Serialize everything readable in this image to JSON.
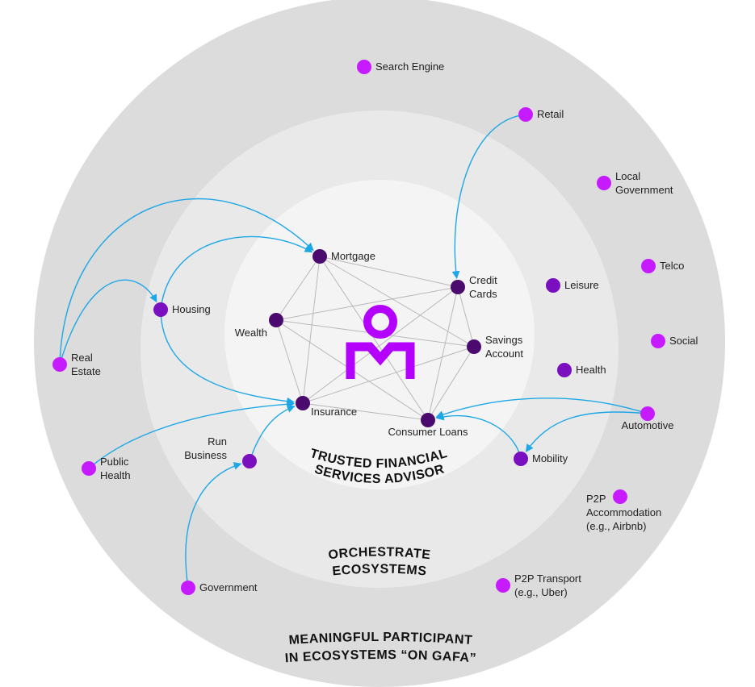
{
  "rings": [
    {
      "name": "outer",
      "label_lines": [
        "MEANINGFUL PARTICIPANT",
        "IN ECOSYSTEMS “ON GAFA”"
      ],
      "color": "#dcdcdc"
    },
    {
      "name": "middle",
      "label_lines": [
        "ORCHESTRATE",
        "ECOSYSTEMS"
      ],
      "color": "#e8e8e8"
    },
    {
      "name": "inner",
      "label_lines": [
        "TRUSTED FINANCIAL",
        "SERVICES ADVISOR"
      ],
      "color": "#f4f4f4"
    }
  ],
  "colors": {
    "core_node": "#4a0a6e",
    "mid_node": "#7a0fbf",
    "outer_node": "#c61bff",
    "arrow": "#1ea7e6",
    "mesh_line": "#b9b9b9",
    "logo": "#b400ff"
  },
  "nodes": [
    {
      "id": "mortgage",
      "lines": [
        "Mortgage"
      ],
      "tier": "core"
    },
    {
      "id": "credit-cards",
      "lines": [
        "Credit",
        "Cards"
      ],
      "tier": "core"
    },
    {
      "id": "wealth",
      "lines": [
        "Wealth"
      ],
      "tier": "core"
    },
    {
      "id": "savings-account",
      "lines": [
        "Savings",
        "Account"
      ],
      "tier": "core"
    },
    {
      "id": "insurance",
      "lines": [
        "Insurance"
      ],
      "tier": "core"
    },
    {
      "id": "consumer-loans",
      "lines": [
        "Consumer Loans"
      ],
      "tier": "core"
    },
    {
      "id": "housing",
      "lines": [
        "Housing"
      ],
      "tier": "mid"
    },
    {
      "id": "run-business",
      "lines": [
        "Run",
        "Business"
      ],
      "tier": "mid"
    },
    {
      "id": "leisure",
      "lines": [
        "Leisure"
      ],
      "tier": "mid"
    },
    {
      "id": "health",
      "lines": [
        "Health"
      ],
      "tier": "mid"
    },
    {
      "id": "mobility",
      "lines": [
        "Mobility"
      ],
      "tier": "mid"
    },
    {
      "id": "search-engine",
      "lines": [
        "Search Engine"
      ],
      "tier": "outer"
    },
    {
      "id": "retail",
      "lines": [
        "Retail"
      ],
      "tier": "outer"
    },
    {
      "id": "local-government",
      "lines": [
        "Local",
        "Government"
      ],
      "tier": "outer"
    },
    {
      "id": "telco",
      "lines": [
        "Telco"
      ],
      "tier": "outer"
    },
    {
      "id": "social",
      "lines": [
        "Social"
      ],
      "tier": "outer"
    },
    {
      "id": "automotive",
      "lines": [
        "Automotive"
      ],
      "tier": "outer"
    },
    {
      "id": "p2p-accommodation",
      "lines": [
        "P2P",
        "Accommodation",
        "(e.g., Airbnb)"
      ],
      "tier": "outer"
    },
    {
      "id": "p2p-transport",
      "lines": [
        "P2P Transport",
        "(e.g., Uber)"
      ],
      "tier": "outer"
    },
    {
      "id": "government",
      "lines": [
        "Government"
      ],
      "tier": "outer"
    },
    {
      "id": "public-health",
      "lines": [
        "Public",
        "Health"
      ],
      "tier": "outer"
    },
    {
      "id": "real-estate",
      "lines": [
        "Real",
        "Estate"
      ],
      "tier": "outer"
    }
  ],
  "mesh_edges": [
    [
      "mortgage",
      "credit-cards"
    ],
    [
      "mortgage",
      "wealth"
    ],
    [
      "mortgage",
      "insurance"
    ],
    [
      "mortgage",
      "consumer-loans"
    ],
    [
      "mortgage",
      "savings-account"
    ],
    [
      "wealth",
      "credit-cards"
    ],
    [
      "wealth",
      "savings-account"
    ],
    [
      "wealth",
      "insurance"
    ],
    [
      "wealth",
      "consumer-loans"
    ],
    [
      "credit-cards",
      "savings-account"
    ],
    [
      "credit-cards",
      "insurance"
    ],
    [
      "credit-cards",
      "consumer-loans"
    ],
    [
      "savings-account",
      "consumer-loans"
    ],
    [
      "insurance",
      "consumer-loans"
    ],
    [
      "insurance",
      "savings-account"
    ]
  ],
  "arrows": [
    [
      "real-estate",
      "mortgage"
    ],
    [
      "real-estate",
      "housing"
    ],
    [
      "housing",
      "mortgage"
    ],
    [
      "housing",
      "insurance"
    ],
    [
      "public-health",
      "insurance"
    ],
    [
      "run-business",
      "insurance"
    ],
    [
      "government",
      "run-business"
    ],
    [
      "retail",
      "credit-cards"
    ],
    [
      "automotive",
      "consumer-loans"
    ],
    [
      "automotive",
      "mobility"
    ],
    [
      "mobility",
      "consumer-loans"
    ]
  ]
}
